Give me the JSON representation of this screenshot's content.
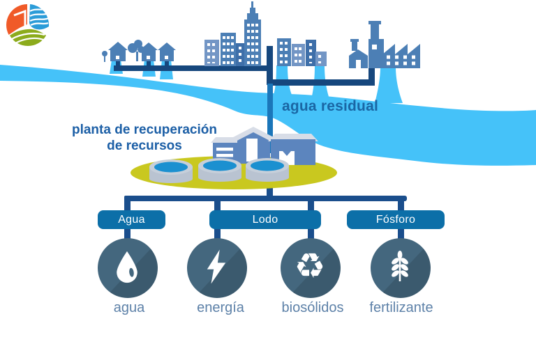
{
  "logo": {
    "name": "water-agriculture-utility-logo"
  },
  "scene": {
    "wastewater_label": "agua residual",
    "plant_label_line1": "planta de recuperación",
    "plant_label_line2": "de recursos"
  },
  "outputs": {
    "boxes": [
      {
        "label": "Agua"
      },
      {
        "label": "Lodo"
      },
      {
        "label": "Fósforo"
      }
    ],
    "products": [
      {
        "label": "agua",
        "icon": "water-drop-icon"
      },
      {
        "label": "energía",
        "icon": "lightning-bolt-icon"
      },
      {
        "label": "biosólidos",
        "icon": "recycle-icon",
        "glyph": "♻"
      },
      {
        "label": "fertilizante",
        "icon": "wheat-icon"
      }
    ]
  },
  "colors": {
    "river": "#45C2F9",
    "pipe_dark": "#16477D",
    "pipe_light": "#1B76B9",
    "connector": "#1A4E8C",
    "box_blue": "#0C6FA8",
    "circle_steel": "#44677E",
    "plant_ground": "#C9C81F",
    "building_blue": "#4C7FB5",
    "caption_blue": "#1A66A4",
    "product_label": "#5D81A8"
  }
}
